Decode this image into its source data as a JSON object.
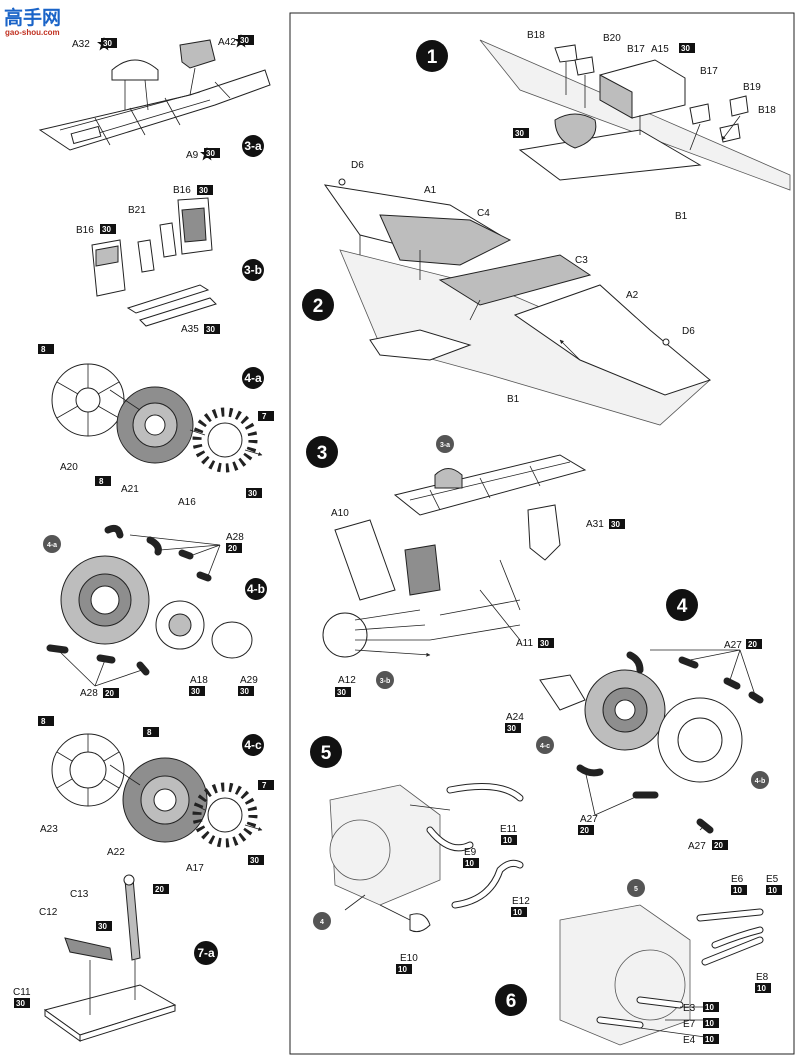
{
  "watermark": {
    "logo_text": "高手网",
    "url": "gao-shou.com"
  },
  "steps": {
    "s1": "1",
    "s2": "2",
    "s3": "3",
    "s4": "4",
    "s5": "5",
    "s6": "6",
    "s3a": "3-a",
    "s3b": "3-b",
    "s4a": "4-a",
    "s4b": "4-b",
    "s4c": "4-c",
    "s7a": "7-a"
  },
  "refs": {
    "r3a": "3-a",
    "r3b": "3-b",
    "r4a": "4-a",
    "r4b": "4-b",
    "r4c": "4-c",
    "r4": "4",
    "r5": "5"
  },
  "labels": {
    "A32": "A32",
    "A42": "A42",
    "A9": "A9",
    "B16a": "B16",
    "B16b": "B16",
    "B21": "B21",
    "A35": "A35",
    "A20": "A20",
    "A21": "A21",
    "A16": "A16",
    "A28a": "A28",
    "A28b": "A28",
    "A18": "A18",
    "A29": "A29",
    "A23": "A23",
    "A22": "A22",
    "A17": "A17",
    "C13": "C13",
    "C12": "C12",
    "C11": "C11",
    "B18a": "B18",
    "B20": "B20",
    "B17a": "B17",
    "A15": "A15",
    "B17b": "B17",
    "B19": "B19",
    "B18b": "B18",
    "B1a": "B1",
    "D6a": "D6",
    "A1": "A1",
    "C4": "C4",
    "C3": "C3",
    "A2": "A2",
    "D6b": "D6",
    "B1b": "B1",
    "A10": "A10",
    "A31": "A31",
    "A11": "A11",
    "A12": "A12",
    "A27a": "A27",
    "A24": "A24",
    "A27b": "A27",
    "A27c": "A27",
    "E11": "E11",
    "E9": "E9",
    "E12": "E12",
    "E10": "E10",
    "E6": "E6",
    "E5": "E5",
    "E8": "E8",
    "E3": "E3",
    "E7": "E7",
    "E4": "E4"
  },
  "badges": {
    "A32": "30",
    "A42": "30",
    "A9": "30",
    "B16a": "30",
    "B16b": "30",
    "A35": "30",
    "A21": "8",
    "A20": "8",
    "A16a": "7",
    "A16b": "30",
    "A28a": "20",
    "A28b": "20",
    "A18": "30",
    "A29": "30",
    "A23": "8",
    "A22": "8",
    "A17a": "7",
    "A17b": "30",
    "C13": "20",
    "C12": "30",
    "C11": "30",
    "A15": "30",
    "B1a": "30",
    "A31": "30",
    "A11": "30",
    "A12": "30",
    "A27a": "20",
    "A24": "30",
    "A27b": "20",
    "A27c": "20",
    "E11": "10",
    "E9": "10",
    "E12": "10",
    "E10": "10",
    "E6": "10",
    "E5": "10",
    "E8": "10",
    "E3": "10",
    "E7": "10",
    "E4": "10"
  }
}
